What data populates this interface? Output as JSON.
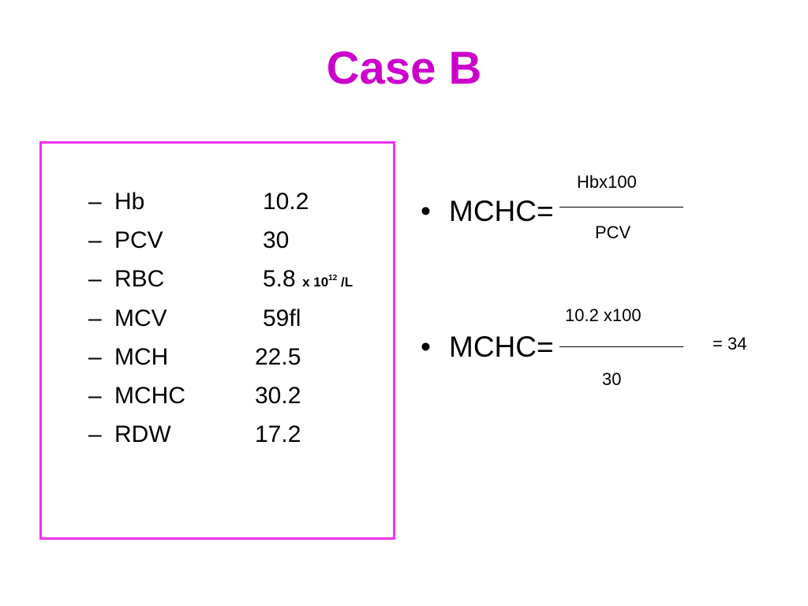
{
  "slide": {
    "title": "Case B"
  },
  "lab_values": [
    {
      "dash": "–",
      "name": "Hb",
      "value": "10.2",
      "unit": ""
    },
    {
      "dash": "–",
      "name": "PCV",
      "value": "30",
      "unit": ""
    },
    {
      "dash": "–",
      "name": "RBC",
      "value": "5.8",
      "unit_prefix": "x 10",
      "unit_exp": "12",
      "unit_suffix": " /L"
    },
    {
      "dash": "–",
      "name": "MCV",
      "value": "59fl",
      "unit": ""
    },
    {
      "dash": "–",
      "name": "MCH",
      "value": "22.5",
      "unit": ""
    },
    {
      "dash": "–",
      "name": "MCHC",
      "value": "30.2",
      "unit": ""
    },
    {
      "dash": "–",
      "name": "RDW",
      "value": "17.2",
      "unit": ""
    }
  ],
  "formulas": [
    {
      "bullet": "•",
      "label": "MCHC=",
      "numerator": "Hbx100",
      "denominator": "PCV",
      "result": ""
    },
    {
      "bullet": "•",
      "label": "MCHC=",
      "numerator": "10.2 x100",
      "denominator": "30",
      "result": "= 34"
    }
  ],
  "colors": {
    "title": "#cc00cc",
    "box_border": "#ee33ee",
    "text": "#000000"
  }
}
